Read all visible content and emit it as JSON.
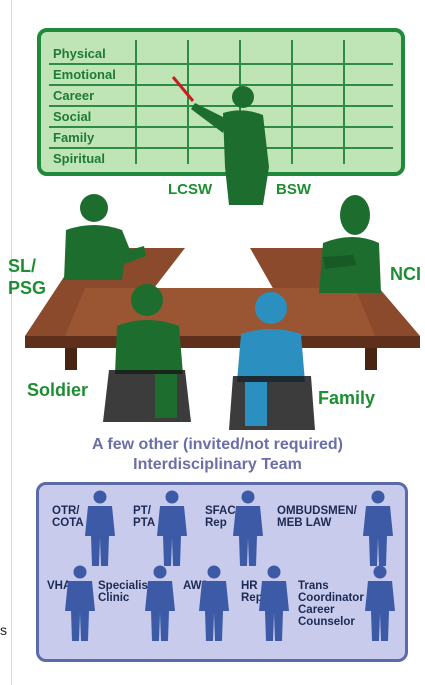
{
  "board": {
    "rows": [
      "Physical",
      "Emotional",
      "Career",
      "Social",
      "Family",
      "Spiritual"
    ]
  },
  "roles_top": {
    "lcsw": "LCSW",
    "bsw": "BSW",
    "sl_psg_1": "SL/",
    "sl_psg_2": "PSG",
    "nci": "NCI",
    "soldier": "Soldier",
    "family": "Family"
  },
  "team": {
    "title_line1": "A few other (invited/not required)",
    "title_line2": "Interdisciplinary Team",
    "row1": [
      {
        "l1": "OTR/",
        "l2": "COTA"
      },
      {
        "l1": "PT/",
        "l2": "PTA"
      },
      {
        "l1": "SFAC",
        "l2": "Rep"
      },
      {
        "l1": "OMBUDSMEN/",
        "l2": "MEB LAW"
      }
    ],
    "row2": [
      {
        "l1": "VHA"
      },
      {
        "l1": "Specialist",
        "l2": "Clinic"
      },
      {
        "l1": "AW2"
      },
      {
        "l1": "HR",
        "l2": "Rep"
      },
      {
        "l1": "Trans",
        "l2": "Coordinator",
        "l3": "Career",
        "l4": "Counselor"
      }
    ]
  },
  "stray_text": "s",
  "colors": {
    "board_fill": "#bfe5b6",
    "board_border": "#1f8a3c",
    "silhouette_green": "#1d6e2e",
    "table_brown": "#8b4a2b",
    "family_blue": "#2b8fc0",
    "team_fill": "#c8cbeb",
    "team_border": "#5c6aa8",
    "team_figure": "#3c5aa6"
  }
}
